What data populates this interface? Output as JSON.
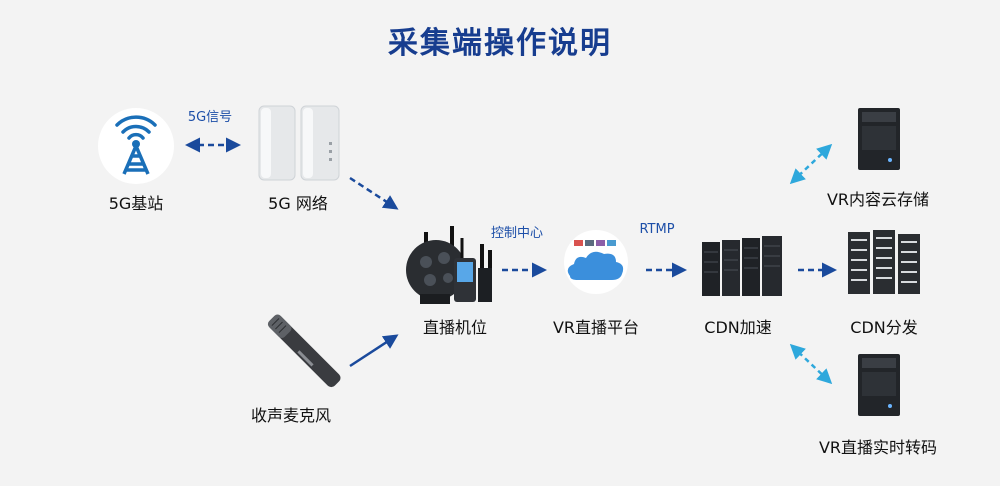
{
  "title": "采集端操作说明",
  "nodes": {
    "base_station": "5G基站",
    "network": "5G 网络",
    "camera": "直播机位",
    "microphone": "收声麦克风",
    "platform": "VR直播平台",
    "cdn": "CDN加速",
    "cloud_storage": "VR内容云存储",
    "cdn_distribution": "CDN分发",
    "transcoding": "VR直播实时转码"
  },
  "edge_labels": {
    "signal": "5G信号",
    "control": "控制中心",
    "protocol": "RTMP"
  },
  "colors": {
    "title": "#173d8f",
    "arrow_dark": "#1a4a9c",
    "arrow_light": "#2ea8dc",
    "tower_icon": "#1a6fb8"
  }
}
